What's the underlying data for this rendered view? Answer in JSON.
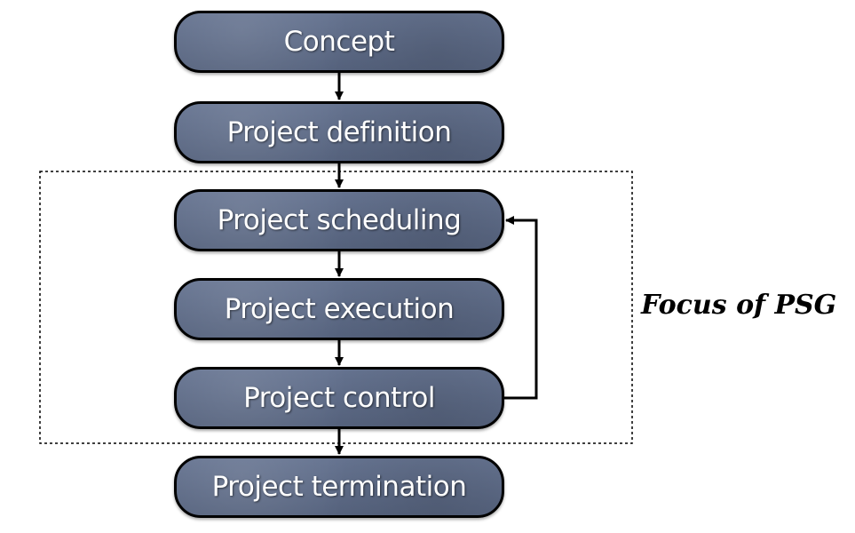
{
  "steps": [
    {
      "label": "Concept"
    },
    {
      "label": "Project definition"
    },
    {
      "label": "Project scheduling"
    },
    {
      "label": "Project execution"
    },
    {
      "label": "Project control"
    },
    {
      "label": "Project termination"
    }
  ],
  "focus_region": {
    "label": "Focus of PSG"
  },
  "colors": {
    "box_fill": "#5f6c88",
    "box_border": "#000000",
    "box_text": "#ffffff",
    "arrow": "#000000",
    "focus_border": "#000000"
  }
}
